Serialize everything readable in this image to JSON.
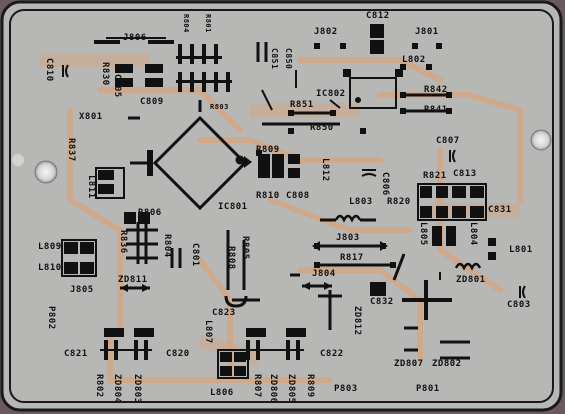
{
  "labels": {
    "j806": "J806",
    "j802": "J802",
    "j801": "J801",
    "c812": "C812",
    "c810": "C810",
    "r830": "R830",
    "c805": "C805",
    "c809": "C809",
    "r804": "R804",
    "r801": "R801",
    "r803": "R803",
    "c851": "C851",
    "c850": "C850",
    "l802": "L802",
    "ic802": "IC802",
    "r842": "R842",
    "r841": "R841",
    "r851": "R851",
    "r850": "R850",
    "x801": "X801",
    "r837": "R837",
    "l811": "L811",
    "r809": "R809",
    "r810": "R810",
    "c808": "C808",
    "l812": "L812",
    "c807": "C807",
    "c806": "C806",
    "r821": "R821",
    "c813": "C813",
    "r820": "R820",
    "c831": "C831",
    "l805": "L805",
    "l804": "L804",
    "l801": "L801",
    "l803": "L803",
    "j803": "J803",
    "r817": "R817",
    "j804": "J804",
    "r806": "R806",
    "r836": "R836",
    "r804b": "R804",
    "c801": "C801",
    "r808": "R808",
    "r805": "R805",
    "ic801": "IC801",
    "l809": "L809",
    "l810": "L810",
    "j805": "J805",
    "zd811": "ZD811",
    "p802": "P802",
    "c823": "C823",
    "l807": "L807",
    "zd812": "ZD812",
    "c832": "C832",
    "zd801": "ZD801",
    "c803": "C803",
    "c821": "C821",
    "c820": "C820",
    "c822": "C822",
    "r802": "R802",
    "zd804": "ZD804",
    "zd803": "ZD803",
    "l806": "L806",
    "r807": "R807",
    "zd806": "ZD806",
    "zd805": "ZD805",
    "r809b": "R809",
    "p803": "P803",
    "p801": "P801",
    "zd807": "ZD807",
    "zd802": "ZD802"
  },
  "colors": {
    "board": "#b7b8b6",
    "trace": "#d6a57d",
    "silk": "#111111",
    "background": "#6a5a60"
  }
}
